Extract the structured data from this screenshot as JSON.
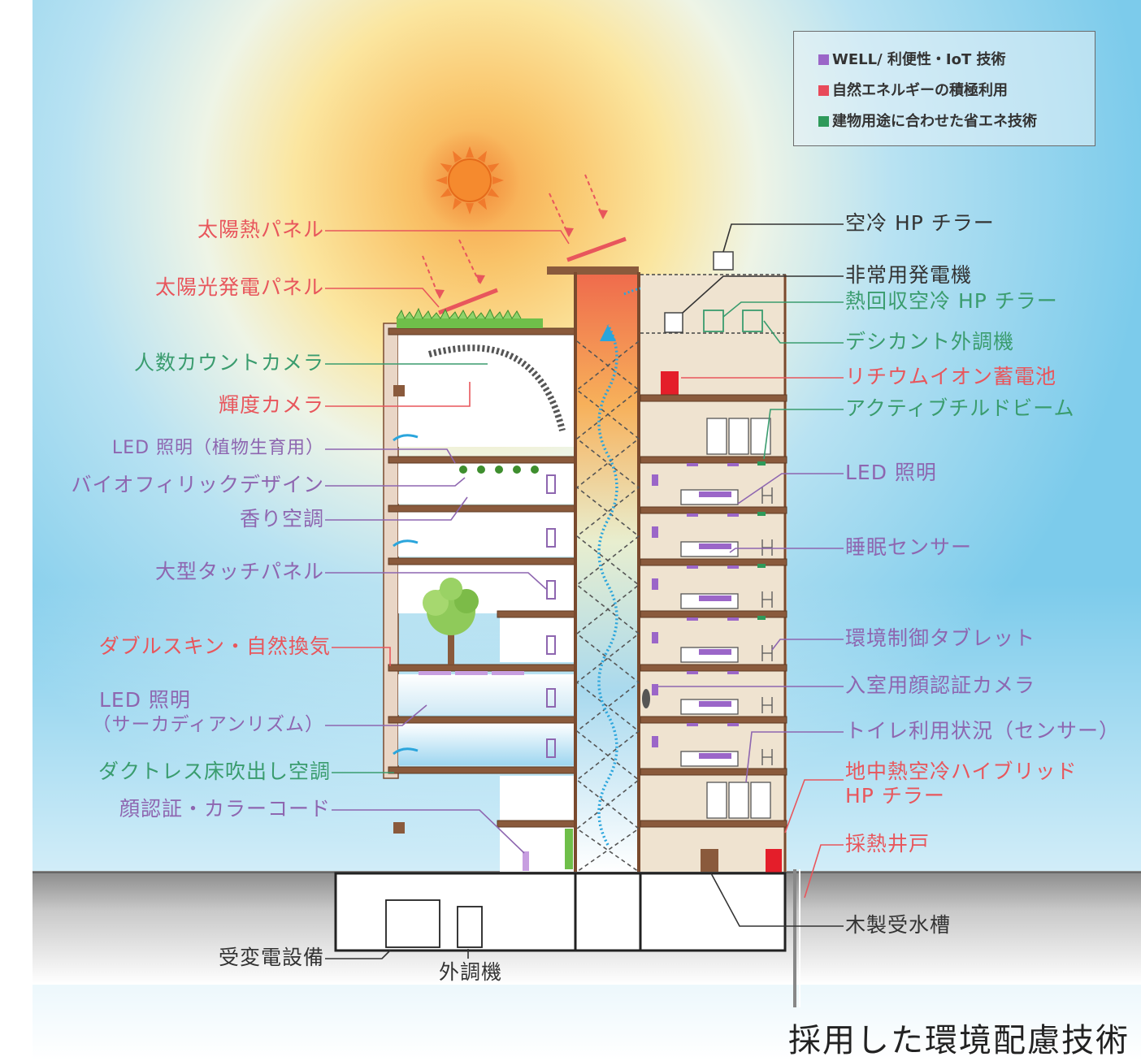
{
  "colors": {
    "purple": "#8e66b0",
    "red": "#e8565c",
    "green": "#3a9c6e",
    "dark": "#444444",
    "slab": "#7a4a2e",
    "wall": "#efe3d0"
  },
  "legend": [
    {
      "color": "#9b66c8",
      "text": "WELL/ 利便性・IoT 技術"
    },
    {
      "color": "#e84a5a",
      "text": "自然エネルギーの積極利用"
    },
    {
      "color": "#2e9a5a",
      "text": "建物用途に合わせた省エネ技術"
    }
  ],
  "labels_left": {
    "solar_heat_panel": "太陽熱パネル",
    "pv_panel": "太陽光発電パネル",
    "people_count_camera": "人数カウントカメラ",
    "luminance_camera": "輝度カメラ",
    "led_plant": "LED 照明（植物生育用）",
    "biophilic": "バイオフィリックデザイン",
    "scent_hvac": "香り空調",
    "touch_panel": "大型タッチパネル",
    "double_skin": "ダブルスキン・自然換気",
    "led_circadian_1": "LED 照明",
    "led_circadian_2": "（サーカディアンリズム）",
    "ductless": "ダクトレス床吹出し空調",
    "face_color_code": "顔認証・カラーコード",
    "substation": "受変電設備",
    "outdoor_ac": "外調機"
  },
  "labels_right": {
    "air_hp_chiller": "空冷 HP チラー",
    "generator": "非常用発電機",
    "heat_recovery_chiller": "熱回収空冷 HP チラー",
    "desiccant": "デシカント外調機",
    "li_battery": "リチウムイオン蓄電池",
    "active_beam": "アクティブチルドビーム",
    "led": "LED 照明",
    "sleep_sensor": "睡眠センサー",
    "tablet": "環境制御タブレット",
    "face_camera": "入室用顔認証カメラ",
    "toilet_sensor": "トイレ利用状況（センサー）",
    "geo_chiller_1": "地中熱空冷ハイブリッド",
    "geo_chiller_2": "HP チラー",
    "well": "採熱井戸",
    "wood_tank": "木製受水槽"
  },
  "caption": "採用した環境配慮技術"
}
